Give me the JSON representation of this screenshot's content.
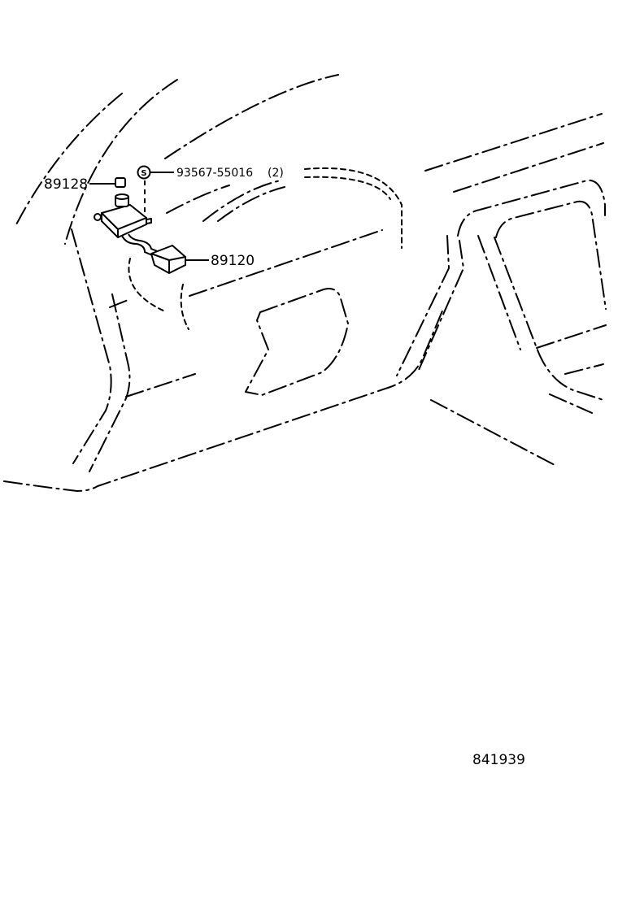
{
  "callouts": {
    "cap": "89128",
    "screw": "93567-55016",
    "screw_qty": "(2)",
    "sensor": "89120"
  },
  "screw_symbol": "S",
  "drawing_number": "841939"
}
